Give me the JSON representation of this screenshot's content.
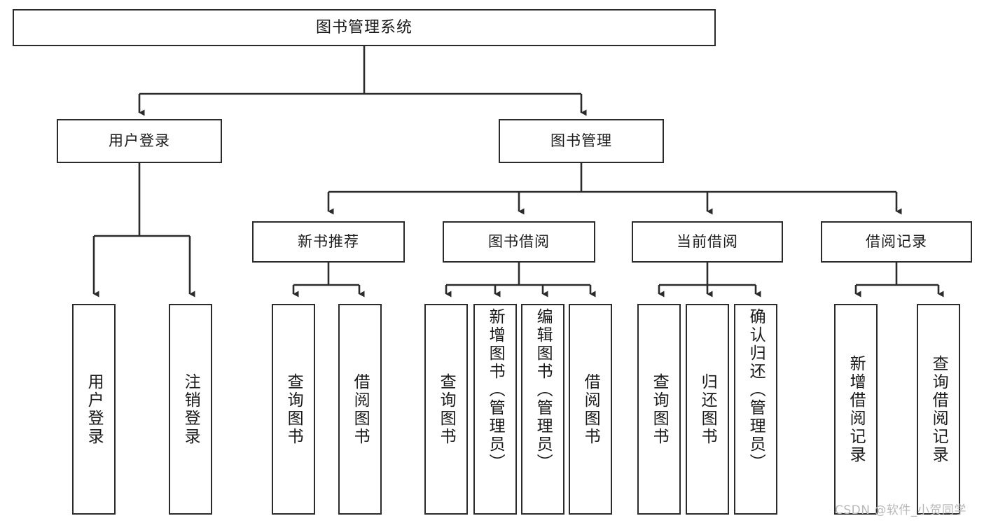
{
  "diagram": {
    "title": "图书管理系统",
    "type": "tree",
    "watermark": "CSDN @软件_小贺同学",
    "colors": {
      "stroke": "#2b2b2b",
      "fill": "#ffffff",
      "text": "#1a1a1a",
      "watermark": "#b9b9b9"
    },
    "root": {
      "label": "图书管理系统"
    },
    "level2": [
      {
        "id": "user-login",
        "label": "用户登录"
      },
      {
        "id": "book-manage",
        "label": "图书管理"
      }
    ],
    "level3": [
      {
        "id": "new-book-rec",
        "label": "新书推荐"
      },
      {
        "id": "book-borrow",
        "label": "图书借阅"
      },
      {
        "id": "current-borrow",
        "label": "当前借阅"
      },
      {
        "id": "borrow-record",
        "label": "借阅记录"
      }
    ],
    "leaves": {
      "user_login": [
        {
          "id": "leaf-user-login",
          "label": "用户登录"
        },
        {
          "id": "leaf-logout",
          "label": "注销登录"
        }
      ],
      "new_book_rec": [
        {
          "id": "leaf-query-book-1",
          "label": "查询图书"
        },
        {
          "id": "leaf-borrow-book-1",
          "label": "借阅图书"
        }
      ],
      "book_borrow": [
        {
          "id": "leaf-query-book-2",
          "label": "查询图书"
        },
        {
          "id": "leaf-add-book",
          "label": "新增图书（管理员）"
        },
        {
          "id": "leaf-edit-book",
          "label": "编辑图书（管理员）"
        },
        {
          "id": "leaf-borrow-book-2",
          "label": "借阅图书"
        }
      ],
      "current_borrow": [
        {
          "id": "leaf-query-book-3",
          "label": "查询图书"
        },
        {
          "id": "leaf-return-book",
          "label": "归还图书"
        },
        {
          "id": "leaf-confirm-return",
          "label": "确认归还（管理员）"
        }
      ],
      "borrow_record": [
        {
          "id": "leaf-add-record",
          "label": "新增借阅记录"
        },
        {
          "id": "leaf-query-record",
          "label": "查询借阅记录"
        }
      ]
    }
  }
}
